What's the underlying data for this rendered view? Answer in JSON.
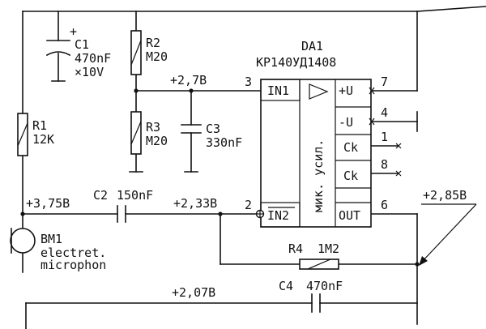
{
  "components": {
    "c1": {
      "name": "C1",
      "value": "470nF",
      "voltage": "×10V",
      "plus": "+"
    },
    "r2": {
      "name": "R2",
      "value": "M20"
    },
    "r3": {
      "name": "R3",
      "value": "M20"
    },
    "c3": {
      "name": "C3",
      "value": "330nF"
    },
    "r1": {
      "name": "R1",
      "value": "12K"
    },
    "c2": {
      "name": "C2",
      "value": "150nF"
    },
    "r4": {
      "name": "R4",
      "value": "1M2"
    },
    "c4": {
      "name": "C4",
      "value": "470nF"
    },
    "bm1": {
      "name": "BM1",
      "line1": "electret.",
      "line2": "microphon"
    },
    "da1": {
      "name": "DA1",
      "part": "КР140УД1408",
      "pin_in1": "IN1",
      "pin_in2": "IN2",
      "pin_out": "OUT",
      "pin_vp": "+U",
      "pin_vm": "-U",
      "pin_ck1": "Ck",
      "pin_ck2": "Ck",
      "function": "мик. усил.",
      "pins": {
        "in1": "3",
        "in2": "2",
        "out": "6",
        "vp": "7",
        "vm": "4",
        "ck1": "1",
        "ck2": "8"
      }
    }
  },
  "voltages": {
    "bias": "+2,7В",
    "mic": "+3,75В",
    "in2": "+2,33В",
    "out": "+2,85В",
    "c4": "+2,07В"
  }
}
